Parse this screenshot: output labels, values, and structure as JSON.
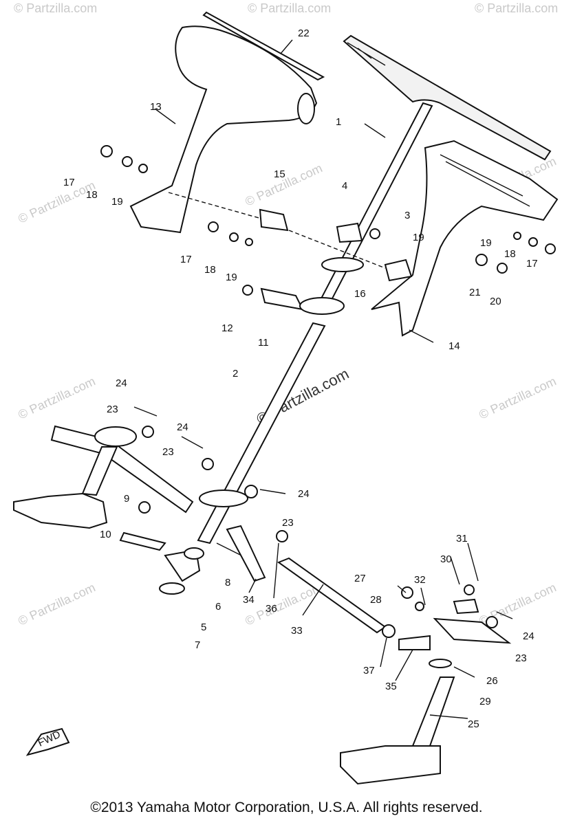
{
  "watermark": {
    "text": "© Partzilla.com"
  },
  "fwd_label": "FWD",
  "copyright": "©2013  Yamaha Motor Corporation, U.S.A. All rights reserved.",
  "part_labels": [
    "1",
    "2",
    "3",
    "4",
    "5",
    "6",
    "7",
    "8",
    "9",
    "10",
    "11",
    "12",
    "13",
    "14",
    "15",
    "16",
    "17",
    "17",
    "17",
    "18",
    "18",
    "18",
    "19",
    "19",
    "19",
    "19",
    "20",
    "21",
    "22",
    "23",
    "23",
    "23",
    "23",
    "24",
    "24",
    "24",
    "24",
    "25",
    "26",
    "27",
    "28",
    "29",
    "30",
    "31",
    "32",
    "33",
    "34",
    "35",
    "36",
    "37"
  ]
}
